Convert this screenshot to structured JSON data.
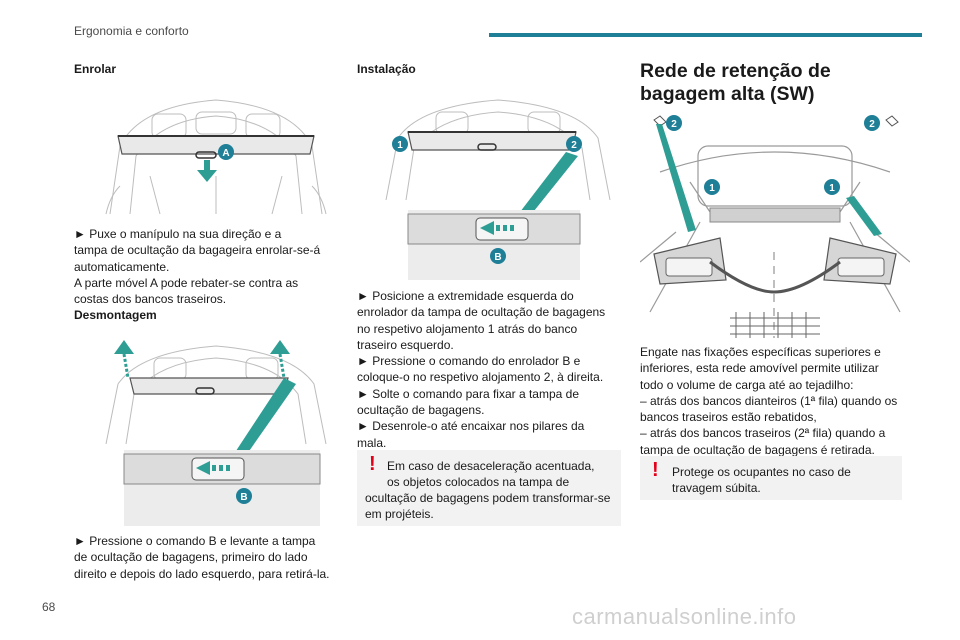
{
  "header": {
    "section_title": "Ergonomia e conforto"
  },
  "page_number": "68",
  "watermark": "carmanualsonline.info",
  "col1": {
    "heading1": "Enrolar",
    "para1": [
      "► Puxe o manípulo na sua direção e a",
      "tampa de ocultação da bagageira enrolar-se-á",
      "automaticamente.",
      "A parte móvel A pode rebater-se contra as",
      "costas dos bancos traseiros."
    ],
    "heading2": "Desmontagem",
    "para2": [
      "► Pressione o comando B e levante a tampa",
      "de ocultação de bagagens, primeiro do lado",
      "direito e depois do lado esquerdo, para retirá-la."
    ],
    "label_A": "A",
    "label_B": "B"
  },
  "col2": {
    "heading": "Instalação",
    "para": [
      "► Posicione a extremidade esquerda do",
      "enrolador da tampa de ocultação de bagagens",
      "no respetivo alojamento 1 atrás do banco",
      "traseiro esquerdo.",
      "► Pressione o comando do enrolador B e",
      "coloque-o no respetivo alojamento 2, à direita.",
      "► Solte o comando para fixar a tampa de",
      "ocultação de bagagens.",
      "► Desenrole-o até encaixar nos pilares da",
      "mala."
    ],
    "warning": [
      "Em caso de desaceleração acentuada,",
      "os objetos colocados na tampa de",
      "ocultação de bagagens podem transformar-se",
      "em projéteis."
    ],
    "label_1": "1",
    "label_2": "2",
    "label_B": "B"
  },
  "col3": {
    "heading_line1": "Rede de retenção de",
    "heading_line2": "bagagem alta (SW)",
    "para": [
      "Engate nas fixações específicas superiores e",
      "inferiores, esta rede amovível permite utilizar",
      "todo o volume de carga até ao tejadilho:",
      "– atrás dos bancos dianteiros (1ª fila) quando os",
      "bancos traseiros estão rebatidos,",
      "– atrás dos bancos traseiros (2ª fila) quando a",
      "tampa de ocultação de bagagens é retirada."
    ],
    "warning": [
      "Protege os ocupantes no caso de",
      "travagem súbita."
    ],
    "label_1a": "1",
    "label_1b": "1",
    "label_2a": "2",
    "label_2b": "2"
  },
  "colors": {
    "accent": "#1e7f97",
    "warning": "#e3001b",
    "arrow": "#2e9e95"
  }
}
